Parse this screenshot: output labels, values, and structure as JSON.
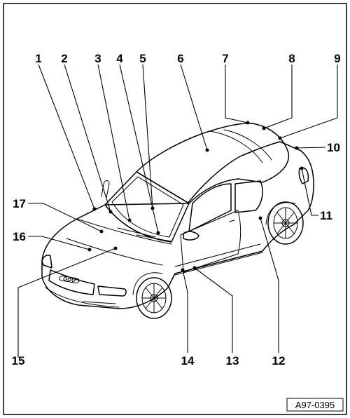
{
  "diagram": {
    "callouts": [
      {
        "id": "1",
        "label": "1"
      },
      {
        "id": "2",
        "label": "2"
      },
      {
        "id": "3",
        "label": "3"
      },
      {
        "id": "4",
        "label": "4"
      },
      {
        "id": "5",
        "label": "5"
      },
      {
        "id": "6",
        "label": "6"
      },
      {
        "id": "7",
        "label": "7"
      },
      {
        "id": "8",
        "label": "8"
      },
      {
        "id": "9",
        "label": "9"
      },
      {
        "id": "10",
        "label": "10"
      },
      {
        "id": "11",
        "label": "11"
      },
      {
        "id": "12",
        "label": "12"
      },
      {
        "id": "13",
        "label": "13"
      },
      {
        "id": "14",
        "label": "14"
      },
      {
        "id": "15",
        "label": "15"
      },
      {
        "id": "16",
        "label": "16"
      },
      {
        "id": "17",
        "label": "17"
      }
    ],
    "reference_code": "A97-0395"
  }
}
